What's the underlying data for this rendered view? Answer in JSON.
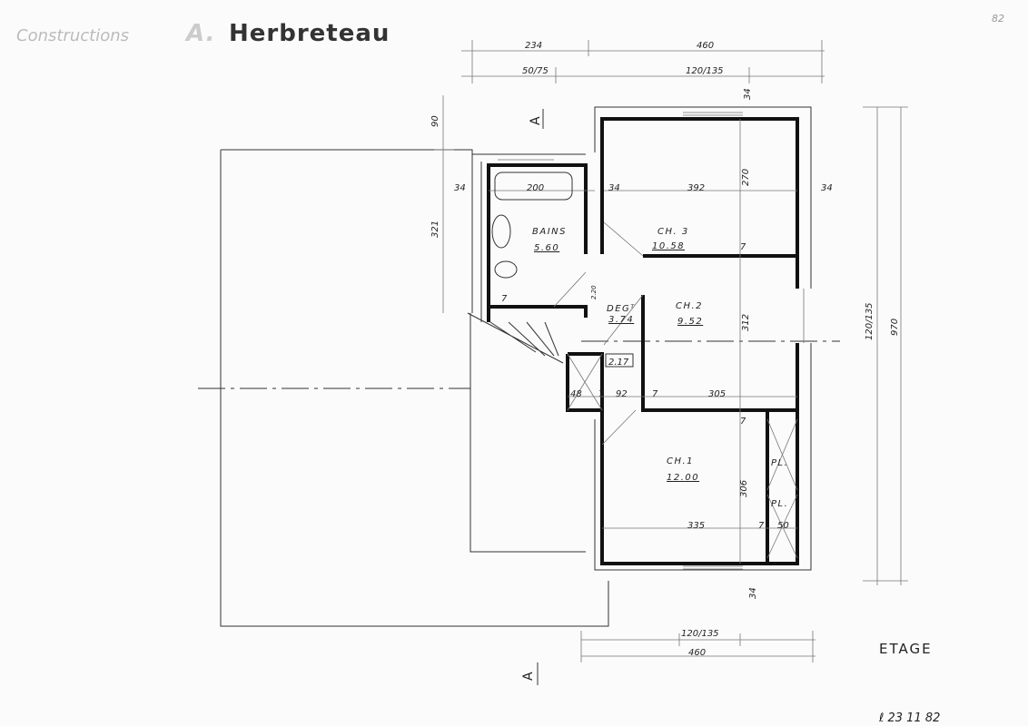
{
  "title": {
    "company_prefix": "Constructions",
    "initial": "A.",
    "name": "Herbreteau"
  },
  "sheet": {
    "level": "ETAGE",
    "date_note": "ℓ 23 11 82",
    "corner_note": "82"
  },
  "section_marker": "A",
  "dimensions": {
    "top_row1": [
      "234",
      "460"
    ],
    "top_row2": [
      "50/75",
      "120/135"
    ],
    "left": [
      "90",
      "321"
    ],
    "right": [
      "120/135",
      "970"
    ],
    "bottom": [
      "120/135",
      "460"
    ],
    "interior": {
      "bath_wall_left": "34",
      "bath_tub": "200",
      "wall_mid": "34",
      "ch3_width": "392",
      "wall_right": "34",
      "ch3_depth": "270",
      "ch3_wall": "7",
      "top_wall": "34",
      "ch2_depth": "312",
      "stair_height": "2.17",
      "closet": "48",
      "w1": "7",
      "deg_width": "92",
      "w2": "7",
      "ch2_width": "305",
      "w3": "7",
      "ch1_depth": "306",
      "ch1_width": "335",
      "w4": "7",
      "pl_width": "50",
      "bottom_wall": "34",
      "bath_wall": "7",
      "door_width": "2.20"
    }
  },
  "rooms": [
    {
      "name": "BAINS",
      "area": "5.60"
    },
    {
      "name": "CH. 3",
      "area": "10.58"
    },
    {
      "name": "DEGᵀ",
      "area": "3.74"
    },
    {
      "name": "CH.2",
      "area": "9.52"
    },
    {
      "name": "CH.1",
      "area": "12.00"
    },
    {
      "name": "PL.",
      "area": ""
    },
    {
      "name": "PL.",
      "area": ""
    }
  ]
}
